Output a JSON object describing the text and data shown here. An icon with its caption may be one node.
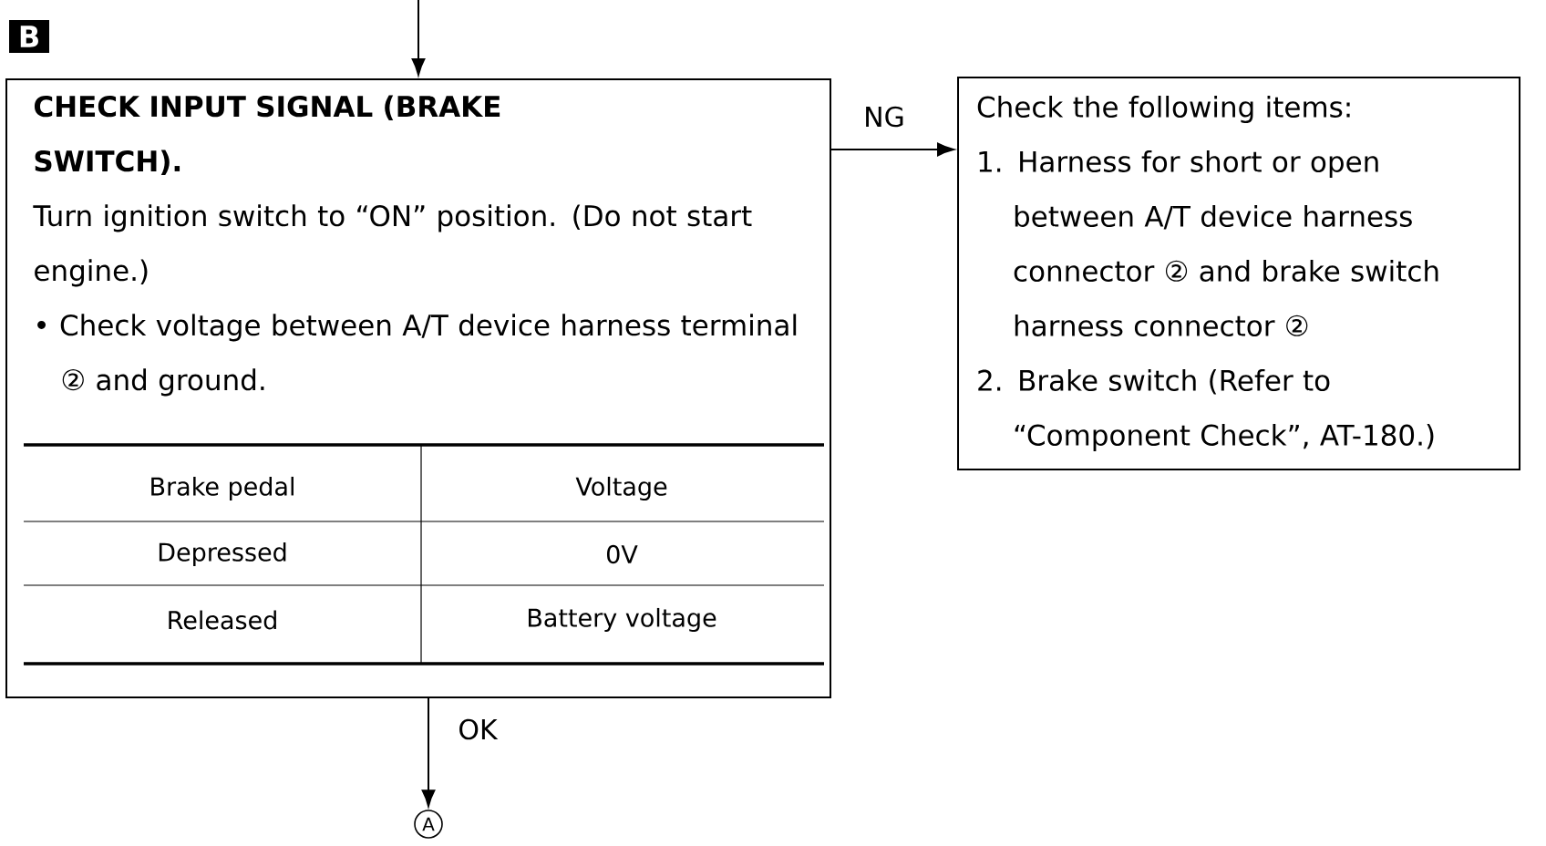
{
  "diagram": {
    "nodes": [
      {
        "text": [
          "CHECK INPUT SIGNAL (BRAKE SWITCH).",
          "Turn ignition switch to “ON” position. (Do not start engine.)",
          "• Check voltage between A/T device harness terminal ② and ground."
        ]
      },
      {
        "text": [
          "Check the following items:",
          "1. Harness for short or open between A/T device harness connector ② and brake switch harness connector ②",
          "2. Brake switch (Refer to “Component Check”, AT-180.)"
        ]
      },
      {
        "text": [
          "A"
        ]
      }
    ],
    "edges": [
      {
        "from": null,
        "to": 0,
        "arrow": "to"
      },
      {
        "from": 0,
        "to": 1,
        "arrow": "to",
        "label": "NG"
      },
      {
        "from": 0,
        "to": 2,
        "arrow": "to",
        "label": "OK"
      }
    ],
    "labels": [
      "B",
      "Brake pedal",
      "Voltage",
      "Depressed",
      "0V",
      "Released",
      "Battery voltage"
    ]
  }
}
